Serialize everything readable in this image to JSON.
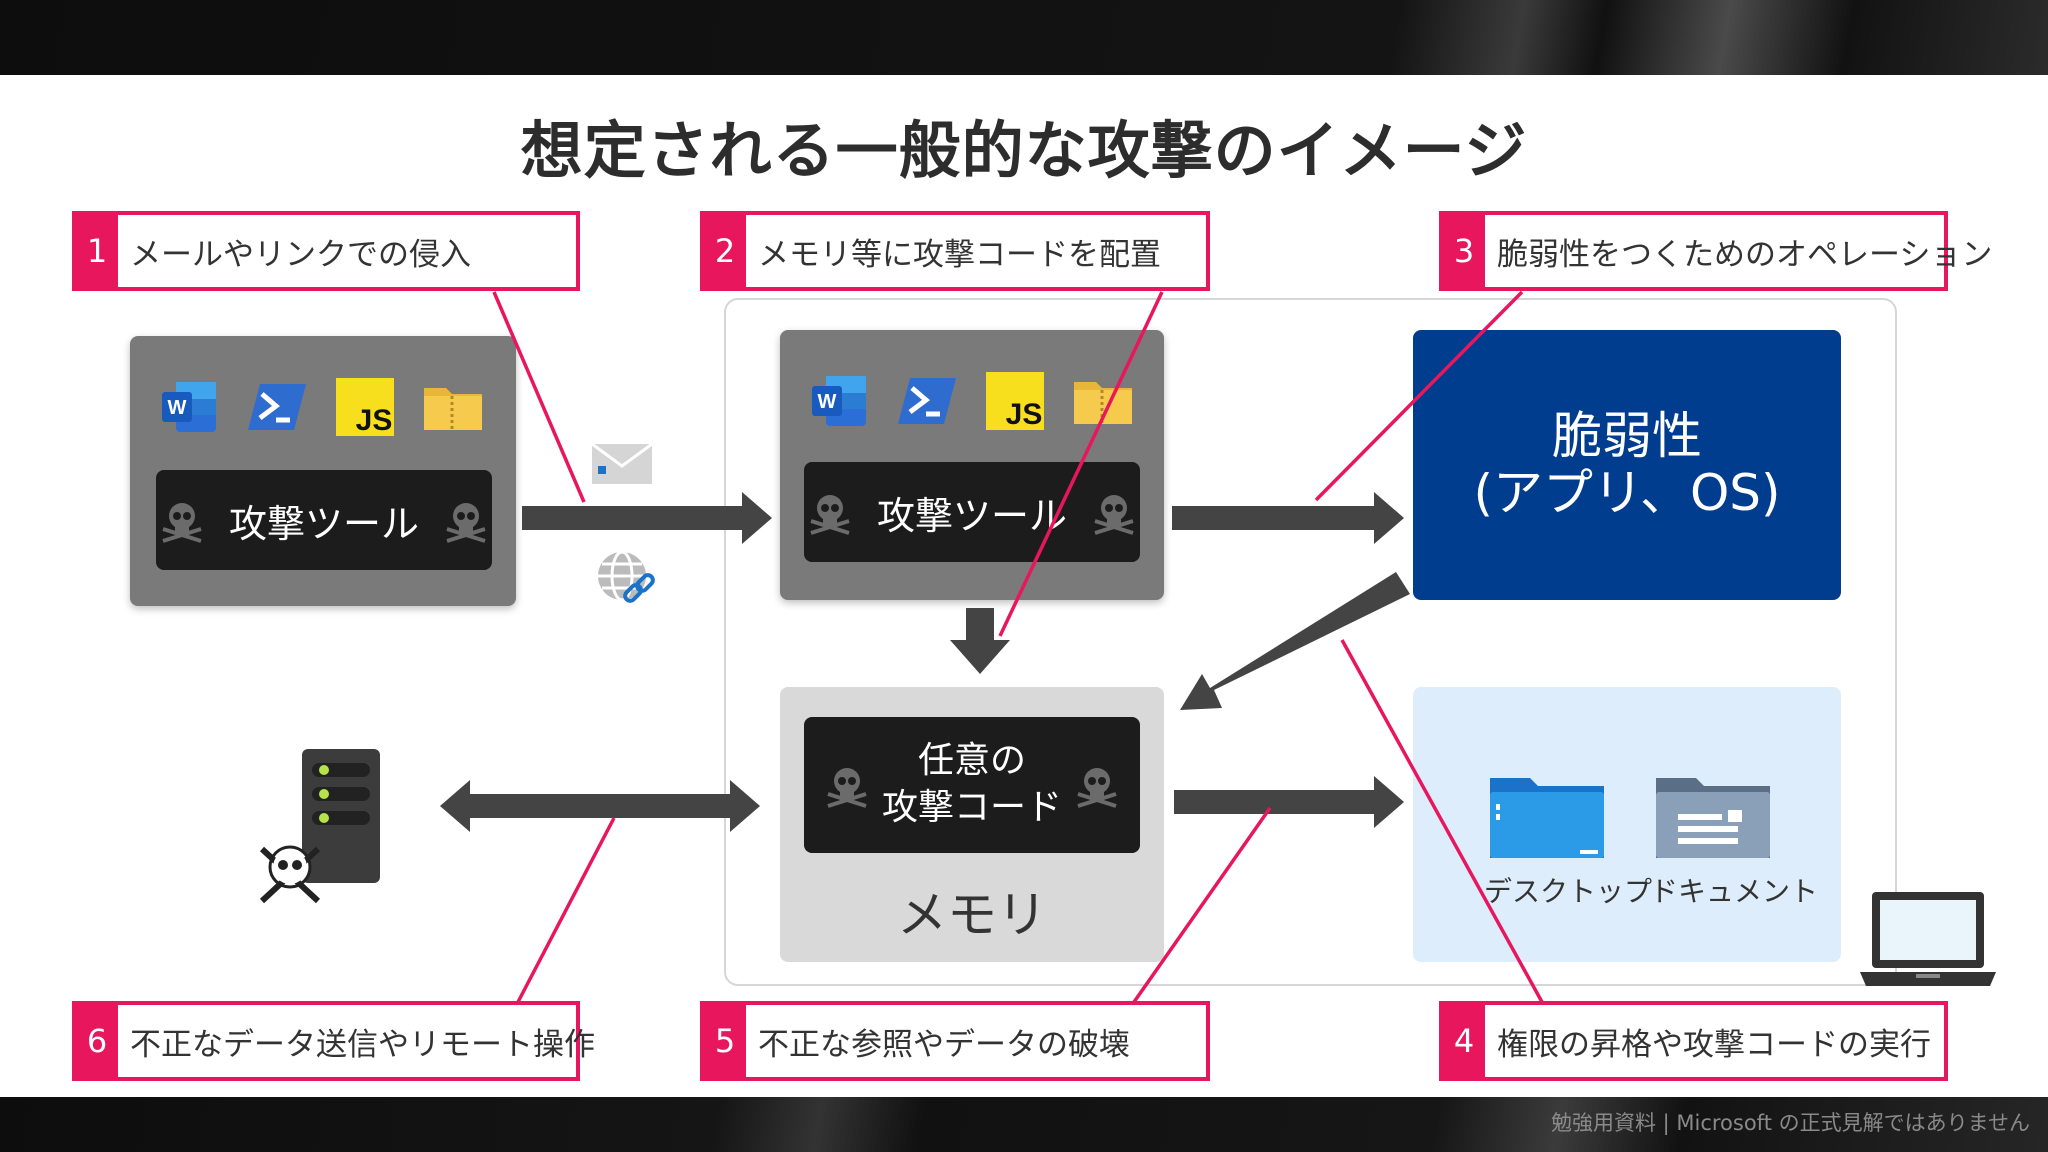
{
  "title": "想定される一般的な攻撃のイメージ",
  "footer": "勉強用資料 | Microsoft の正式見解ではありません",
  "callouts": [
    {
      "num": "1",
      "text": "メールやリンクでの侵入"
    },
    {
      "num": "2",
      "text": "メモリ等に攻撃コードを配置"
    },
    {
      "num": "3",
      "text": "脆弱性をつくためのオペレーション"
    },
    {
      "num": "4",
      "text": "権限の昇格や攻撃コードの実行"
    },
    {
      "num": "5",
      "text": "不正な参照やデータの破壊"
    },
    {
      "num": "6",
      "text": "不正なデータ送信やリモート操作"
    }
  ],
  "tool_box": {
    "label": "攻撃ツール",
    "icons": [
      "word-icon",
      "powershell-icon",
      "javascript-icon",
      "zip-folder-icon"
    ],
    "js_text": "JS",
    "word_letter": "W"
  },
  "vulnerability": {
    "line1": "脆弱性",
    "line2": "(アプリ、OS)"
  },
  "memory": {
    "code_line1": "任意の",
    "code_line2": "攻撃コード",
    "label": "メモリ"
  },
  "files": {
    "desktop": "デスクトップ",
    "documents": "ドキュメント"
  },
  "colors": {
    "accent": "#e8175d",
    "vuln_blue": "#003d8f",
    "arrow": "#444444"
  }
}
